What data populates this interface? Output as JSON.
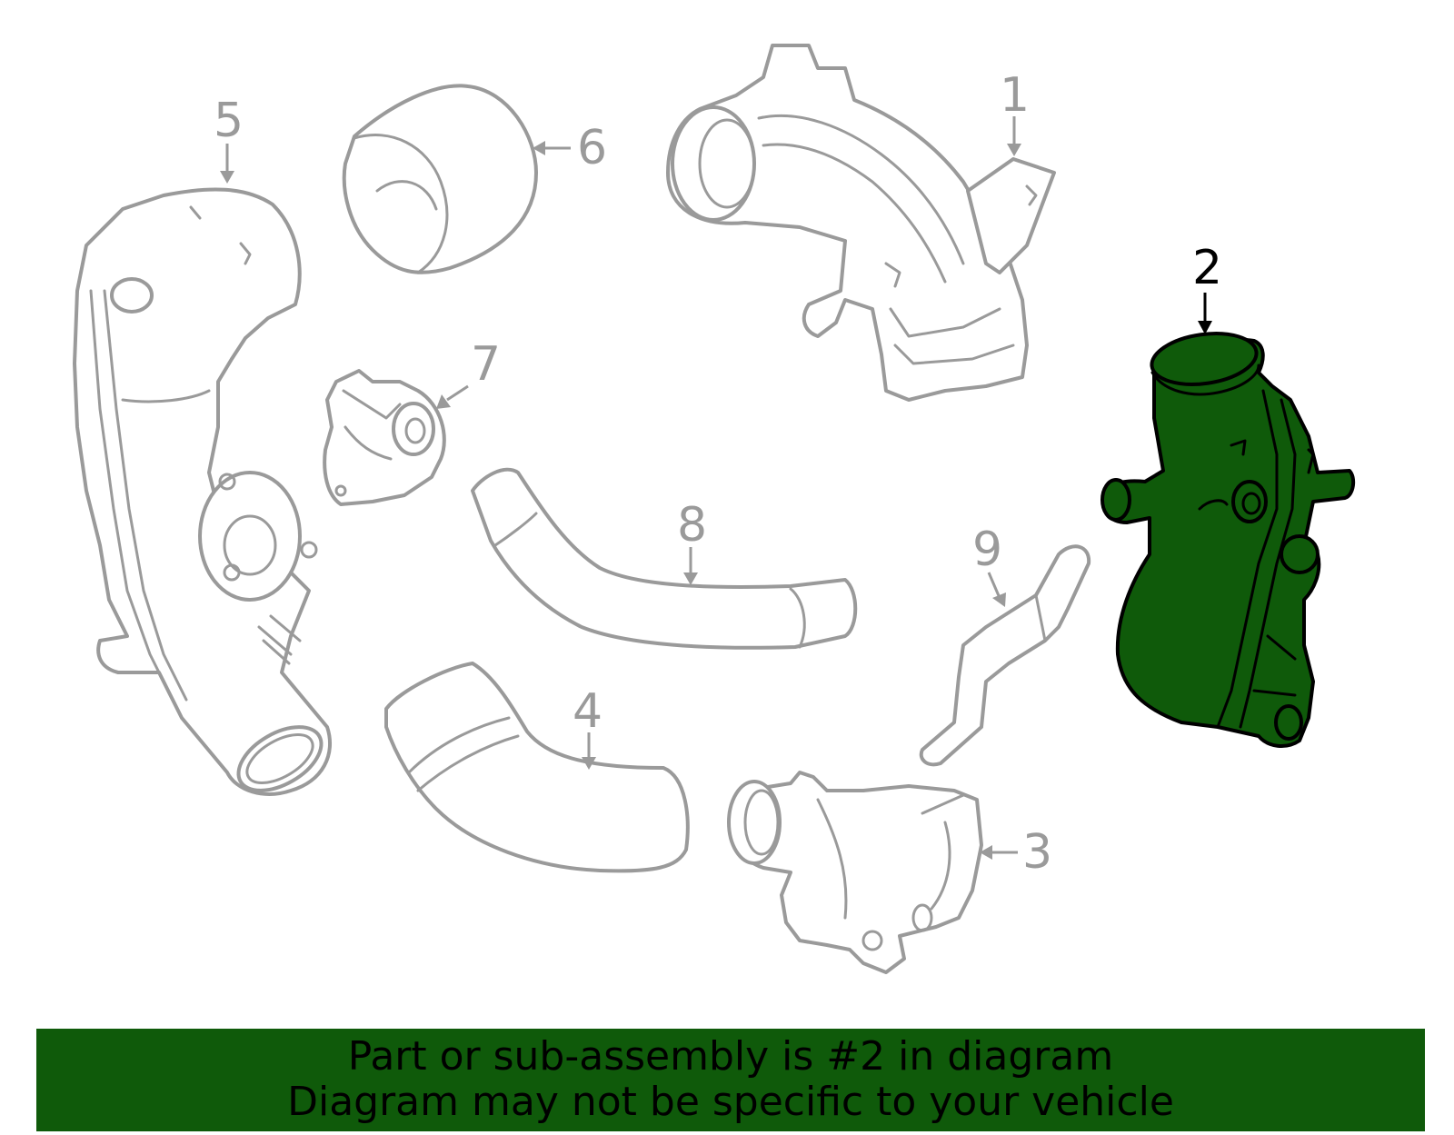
{
  "callouts": [
    {
      "id": "1",
      "label": "1"
    },
    {
      "id": "2",
      "label": "2"
    },
    {
      "id": "3",
      "label": "3"
    },
    {
      "id": "4",
      "label": "4"
    },
    {
      "id": "5",
      "label": "5"
    },
    {
      "id": "6",
      "label": "6"
    },
    {
      "id": "7",
      "label": "7"
    },
    {
      "id": "8",
      "label": "8"
    },
    {
      "id": "9",
      "label": "9"
    }
  ],
  "highlighted_part": "2",
  "colors": {
    "highlight_fill": "#0f5a0a",
    "line_gray": "#9a9a9a",
    "banner_bg": "#0f5a0a"
  },
  "banner": {
    "line1": "Part or sub-assembly is #2 in diagram",
    "line2": "Diagram may not be specific to your vehicle"
  }
}
